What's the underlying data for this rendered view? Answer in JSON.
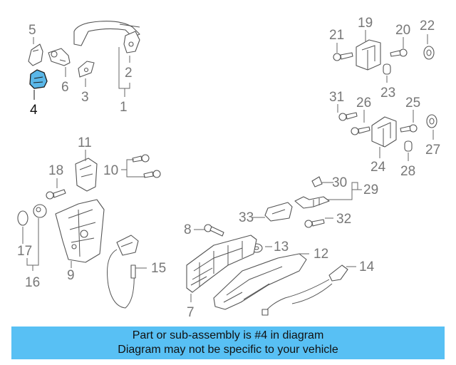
{
  "highlight_color": "#5ab7e8",
  "caption_color": "#58c0f4",
  "highlighted_part": "4",
  "callouts": {
    "c1": "1",
    "c2": "2",
    "c3": "3",
    "c4": "4",
    "c5": "5",
    "c6": "6",
    "c7": "7",
    "c8": "8",
    "c9": "9",
    "c10": "10",
    "c11": "11",
    "c12": "12",
    "c13": "13",
    "c14": "14",
    "c15": "15",
    "c16": "16",
    "c17": "17",
    "c18": "18",
    "c19": "19",
    "c20": "20",
    "c21": "21",
    "c22": "22",
    "c23": "23",
    "c24": "24",
    "c25": "25",
    "c26": "26",
    "c27": "27",
    "c28": "28",
    "c29": "29",
    "c30": "30",
    "c31": "31",
    "c32": "32",
    "c33": "33"
  },
  "caption": {
    "line1": "Part or sub-assembly is #4 in diagram",
    "line2": "Diagram may not be specific to your vehicle"
  }
}
